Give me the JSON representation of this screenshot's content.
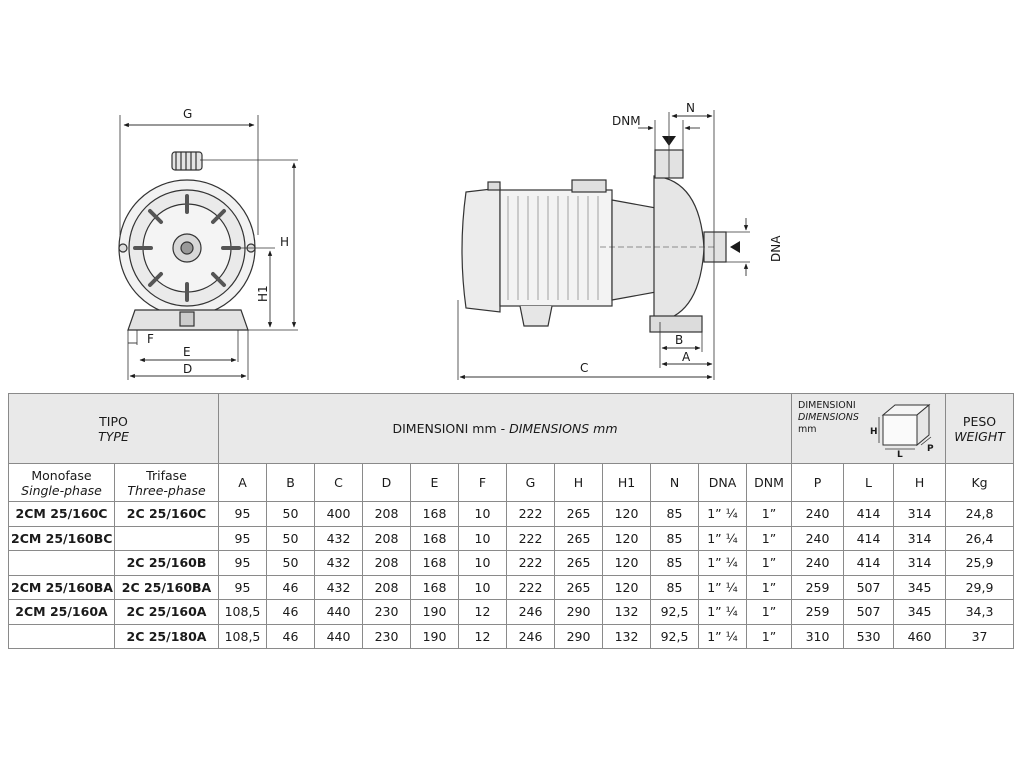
{
  "drawing": {
    "front_view_labels": {
      "G": "G",
      "H": "H",
      "H1": "H1",
      "F": "F",
      "E": "E",
      "D": "D"
    },
    "side_view_labels": {
      "DNM": "DNM",
      "N": "N",
      "DNA": "DNA",
      "B": "B",
      "A": "A",
      "C": "C"
    }
  },
  "table": {
    "header": {
      "tipo": "TIPO",
      "type": "TYPE",
      "dimensioni": "DIMENSIONI mm - ",
      "dimensions": "DIMENSIONS mm",
      "pack_dimensioni": "DIMENSIONI",
      "pack_dimensions": "DIMENSIONS",
      "pack_mm": "mm",
      "pack_icon_h": "H",
      "pack_icon_l": "L",
      "pack_icon_p": "P",
      "peso": "PESO",
      "weight": "WEIGHT",
      "monofase": "Monofase",
      "single_phase": "Single-phase",
      "trifase": "Trifase",
      "three_phase": "Three-phase",
      "columns": [
        "A",
        "B",
        "C",
        "D",
        "E",
        "F",
        "G",
        "H",
        "H1",
        "N",
        "DNA",
        "DNM",
        "P",
        "L",
        "H",
        "Kg"
      ]
    },
    "rows": [
      {
        "mono": "2CM 25/160C",
        "tri": "2C 25/160C",
        "values": [
          "95",
          "50",
          "400",
          "208",
          "168",
          "10",
          "222",
          "265",
          "120",
          "85",
          "1” ¼",
          "1”",
          "240",
          "414",
          "314",
          "24,8"
        ]
      },
      {
        "mono": "2CM 25/160BC",
        "tri": "",
        "values": [
          "95",
          "50",
          "432",
          "208",
          "168",
          "10",
          "222",
          "265",
          "120",
          "85",
          "1” ¼",
          "1”",
          "240",
          "414",
          "314",
          "26,4"
        ]
      },
      {
        "mono": "",
        "tri": "2C 25/160B",
        "values": [
          "95",
          "50",
          "432",
          "208",
          "168",
          "10",
          "222",
          "265",
          "120",
          "85",
          "1” ¼",
          "1”",
          "240",
          "414",
          "314",
          "25,9"
        ]
      },
      {
        "mono": "2CM 25/160BA",
        "tri": "2C 25/160BA",
        "values": [
          "95",
          "46",
          "432",
          "208",
          "168",
          "10",
          "222",
          "265",
          "120",
          "85",
          "1” ¼",
          "1”",
          "259",
          "507",
          "345",
          "29,9"
        ]
      },
      {
        "mono": "2CM 25/160A",
        "tri": "2C 25/160A",
        "values": [
          "108,5",
          "46",
          "440",
          "230",
          "190",
          "12",
          "246",
          "290",
          "132",
          "92,5",
          "1” ¼",
          "1”",
          "259",
          "507",
          "345",
          "34,3"
        ]
      },
      {
        "mono": "",
        "tri": "2C 25/180A",
        "values": [
          "108,5",
          "46",
          "440",
          "230",
          "190",
          "12",
          "246",
          "290",
          "132",
          "92,5",
          "1” ¼",
          "1”",
          "310",
          "530",
          "460",
          "37"
        ]
      }
    ]
  }
}
